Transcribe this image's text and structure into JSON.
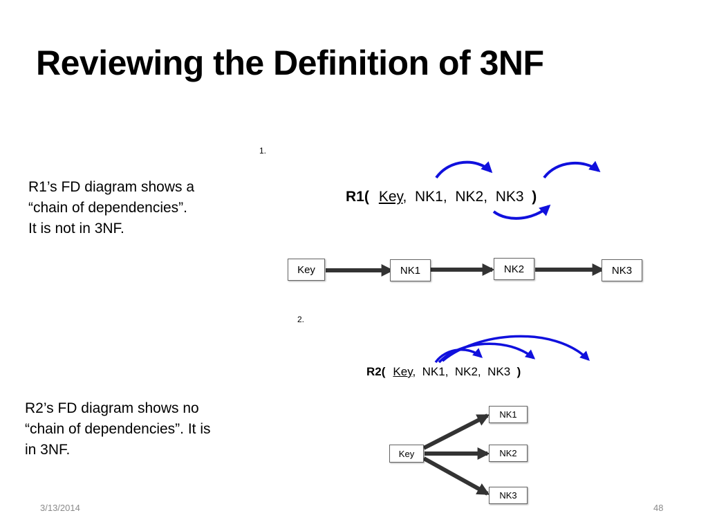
{
  "slide": {
    "title": "Reviewing the Definition of 3NF",
    "footer_date": "3/13/2014",
    "footer_page": "48"
  },
  "left_text_1": {
    "lines": [
      "R1’s FD diagram shows a",
      "“chain of dependencies”.",
      "It is not in 3NF."
    ]
  },
  "left_text_2": {
    "lines": [
      "R2’s FD diagram shows no",
      "“chain of dependencies”. It is",
      "in 3NF."
    ]
  },
  "diagram1": {
    "number": "1.",
    "relation": {
      "open": "R1(",
      "key": "Key",
      "attrs": [
        ",  NK1,  NK2,  NK3  "
      ],
      "close": ")"
    },
    "boxes": [
      "Key",
      "NK1",
      "NK2",
      "NK3"
    ]
  },
  "diagram2": {
    "number": "2.",
    "relation": {
      "open": "R2(",
      "key": "Key",
      "attrs": [
        ",  NK1,  NK2,  NK3  "
      ],
      "close": ")"
    },
    "boxes": [
      "Key",
      "NK1",
      "NK2",
      "NK3"
    ]
  },
  "colors": {
    "arc_blue": "#1010dd",
    "arrow_dark": "#333333",
    "footer_gray": "#8a8a8a"
  }
}
